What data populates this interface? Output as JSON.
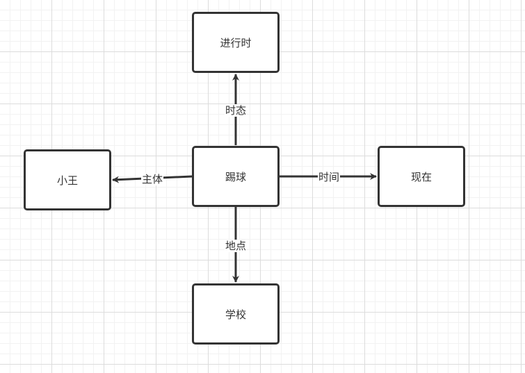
{
  "nodes": {
    "center": "踢球",
    "top": "进行时",
    "left": "小王",
    "right": "现在",
    "bottom": "学校"
  },
  "edges": {
    "to_top": "时态",
    "to_left": "主体",
    "to_right": "时间",
    "to_bottom": "地点"
  },
  "colors": {
    "stroke": "#333333",
    "grid_major": "#dcdcdc",
    "grid_minor": "#f2f2f2"
  }
}
